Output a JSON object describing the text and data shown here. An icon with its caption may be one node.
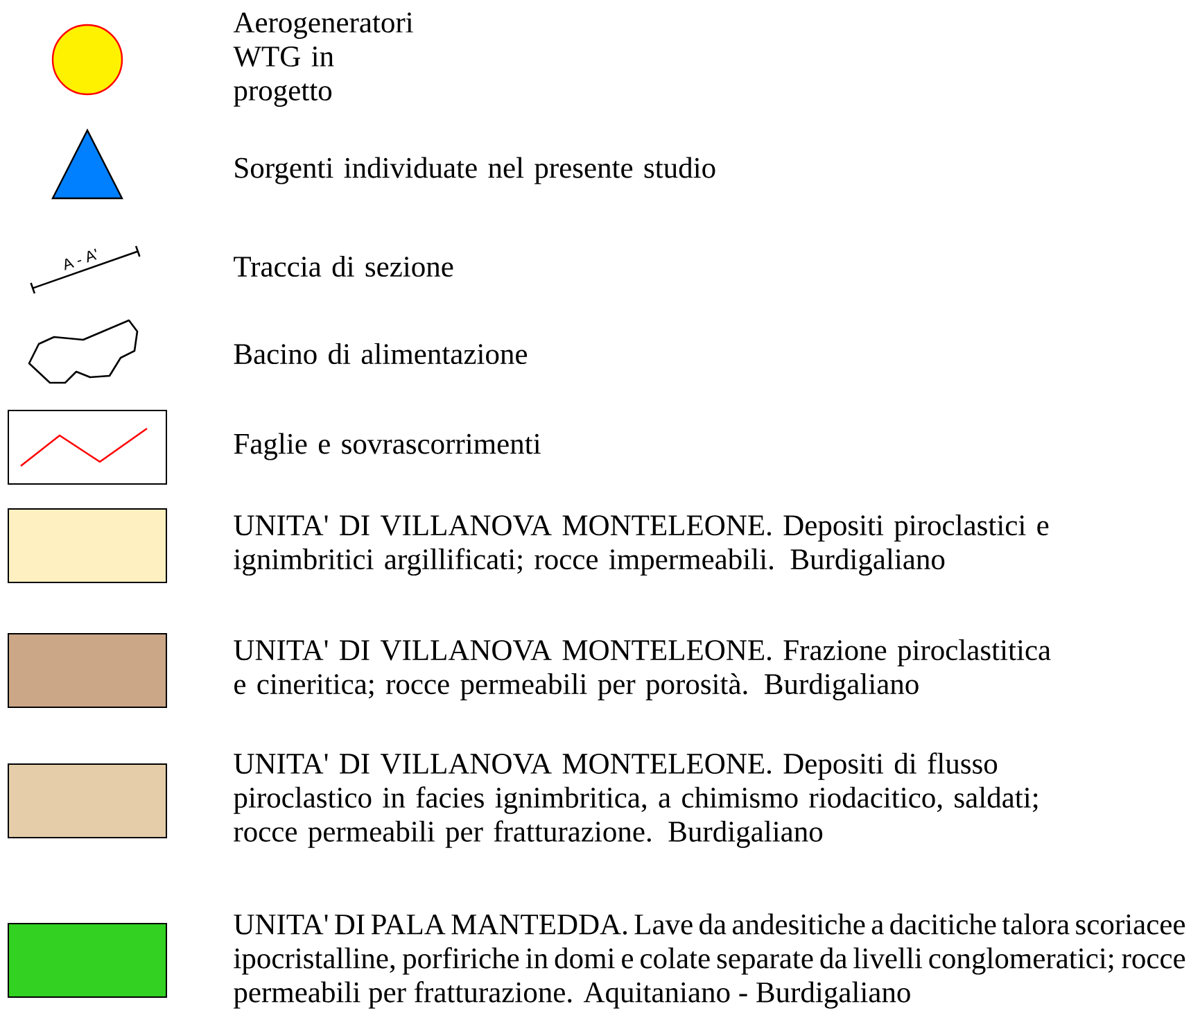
{
  "diagram": {
    "labels": [
      "A - A'"
    ],
    "legend": [
      {
        "text": "Aerogeneratori WTG in progetto"
      },
      {
        "text": "Sorgenti individuate nel presente studio"
      },
      {
        "text": "Traccia di sezione"
      },
      {
        "text": "Bacino di alimentazione"
      },
      {
        "text": "Faglie e sovrascorrimenti"
      },
      {
        "text": "UNITA' DI VILLANOVA MONTELEONE. Depositi piroclastici e ignimbritici argillificati; rocce impermeabili. Burdigaliano",
        "color": "#fef0c0"
      },
      {
        "text": "UNITA' DI VILLANOVA MONTELEONE. Frazione piroclastitica e cineritica; rocce permeabili per porosità. Burdigaliano",
        "color": "#cba788"
      },
      {
        "text": "UNITA' DI VILLANOVA MONTELEONE. Depositi di flusso piroclastico in facies ignimbritica, a chimismo riodacitico, saldati; rocce permeabili per fratturazione. Burdigaliano",
        "color": "#e5cdaa"
      },
      {
        "text": "UNITA' DI PALA MANTEDDA. Lave da andesitiche a dacitiche talora scoriacee ipocristalline, porfiriche in domi e colate separate da livelli conglomeratici; rocce permeabili per fratturazione. Aquitaniano - Burdigaliano",
        "color": "#33d122"
      }
    ]
  }
}
